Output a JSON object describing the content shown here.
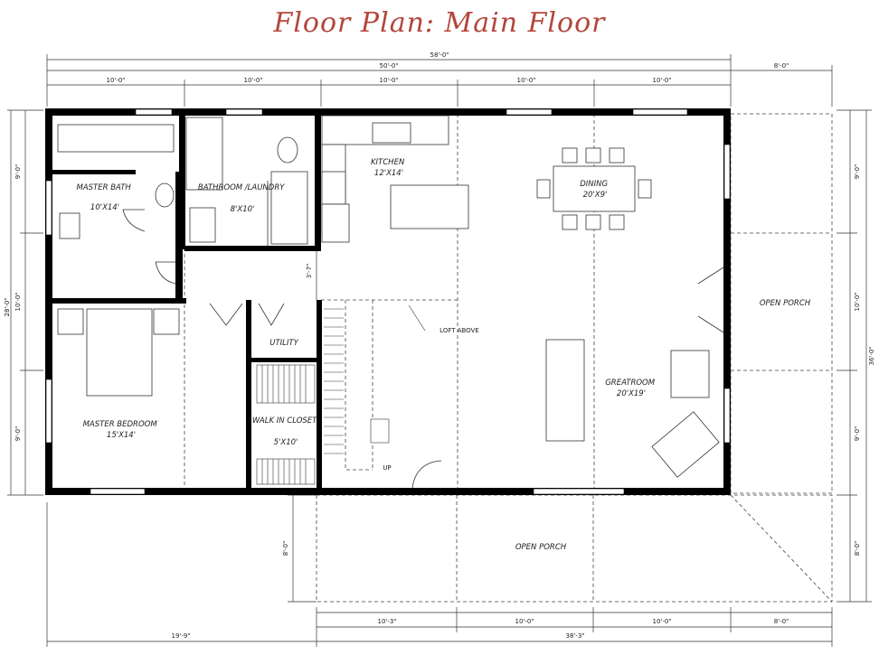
{
  "title": "Floor Plan: Main Floor",
  "accent_color": "#b3453a",
  "dimensions": {
    "top_total": "58'-0\"",
    "top_main": "50'-0\"",
    "top_porch": "8'-0\"",
    "top_segments": [
      "10'-0\"",
      "10'-0\"",
      "10'-0\"",
      "10'-0\"",
      "10'-0\""
    ],
    "left_total": "28'-0\"",
    "left_segments": [
      "9'-0\"",
      "10'-0\"",
      "9'-0\""
    ],
    "right_total": "36'-0\"",
    "right_segments": [
      "9'-0\"",
      "10'-0\"",
      "9'-0\"",
      "8'-0\""
    ],
    "left_porch": "8'-0\"",
    "hall_width": "3'-7\"",
    "bottom_segments": [
      "10'-3\"",
      "10'-0\"",
      "10'-0\"",
      "8'-0\""
    ],
    "bottom_left": "19'-9\"",
    "bottom_right": "38'-3\""
  },
  "rooms": {
    "master_bath": {
      "name": "MASTER BATH",
      "size": "10'X14'"
    },
    "bathroom_laundry": {
      "name": "BATHROOM /LAUNDRY",
      "size": "8'X10'"
    },
    "kitchen": {
      "name": "KITCHEN",
      "size": "12'X14'"
    },
    "dining": {
      "name": "DINING",
      "size": "20'X9'"
    },
    "open_porch_right": {
      "name": "OPEN PORCH"
    },
    "open_porch_bottom": {
      "name": "OPEN PORCH"
    },
    "utility": {
      "name": "UTILITY"
    },
    "walk_in_closet": {
      "name": "WALK IN CLOSET",
      "size": "5'X10'"
    },
    "master_bedroom": {
      "name": "MASTER BEDROOM",
      "size": "15'X14'"
    },
    "greatroom": {
      "name": "GREATROOM",
      "size": "20'X19'"
    }
  },
  "notes": {
    "loft_above": "LOFT ABOVE",
    "stair_up": "UP"
  }
}
